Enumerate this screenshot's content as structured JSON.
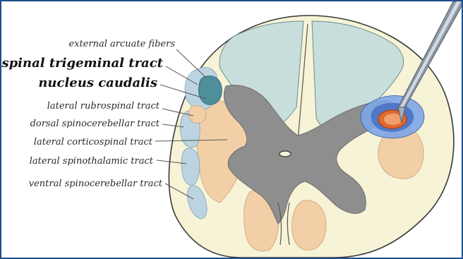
{
  "labels": {
    "external_arcuate_fibers": "external arcuate fibers",
    "spinal_trigeminal_tract": "spinal trigeminal tract",
    "nucleus_caudalis": "nucleus caudalis",
    "lateral_rubrospinal_tract": "lateral rubrospinal tract",
    "dorsal_spinocerebellar_tract": "dorsal spinocerebellar tract",
    "lateral_corticospinal_tract": "lateral corticospinal tract",
    "lateral_spinothalamic_tract": "lateral spinothalamic tract",
    "ventral_spinocerebellar_tract": "ventral spinocerebellar tract"
  },
  "colors": {
    "frame_border": "#1f4e8c",
    "cord_outer": "#f6f3d6",
    "dorsal_columns": "#c8dedd",
    "gray_matter": "#8e8e8e",
    "corticospinal": "#f2cfa6",
    "blue_tracts": "#bcd4e2",
    "trigeminal_nucleus": "#4f8f9c",
    "lesion_blue": "#5a87d6",
    "lesion_orange": "#e06a30"
  },
  "icons": {
    "probe": "electrode-probe-icon"
  }
}
